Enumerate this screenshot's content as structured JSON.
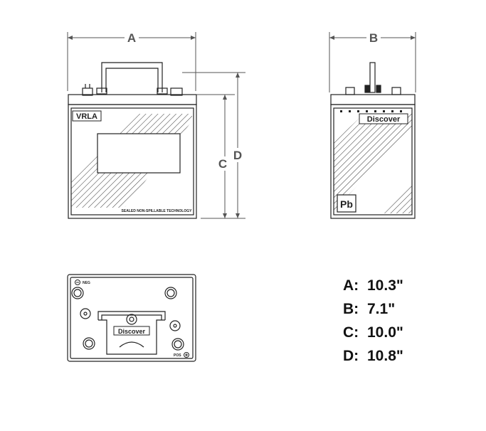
{
  "dimension_labels": {
    "a": "A",
    "b": "B",
    "c": "C",
    "d": "D"
  },
  "front_view": {
    "type_label": "VRLA",
    "bottom_caption": "SEALED NON-SPILLABLE TECHNOLOGY"
  },
  "side_view": {
    "brand": "Discover",
    "element_symbol": "Pb"
  },
  "top_view": {
    "neg_label": "NEG",
    "pos_label": "POS",
    "brand": "Discover"
  },
  "specs": [
    {
      "key": "A:",
      "value": "10.3\""
    },
    {
      "key": "B:",
      "value": "7.1\""
    },
    {
      "key": "C:",
      "value": "10.0\""
    },
    {
      "key": "D:",
      "value": "10.8\""
    }
  ],
  "colors": {
    "line": "#222222",
    "label": "#555555"
  }
}
